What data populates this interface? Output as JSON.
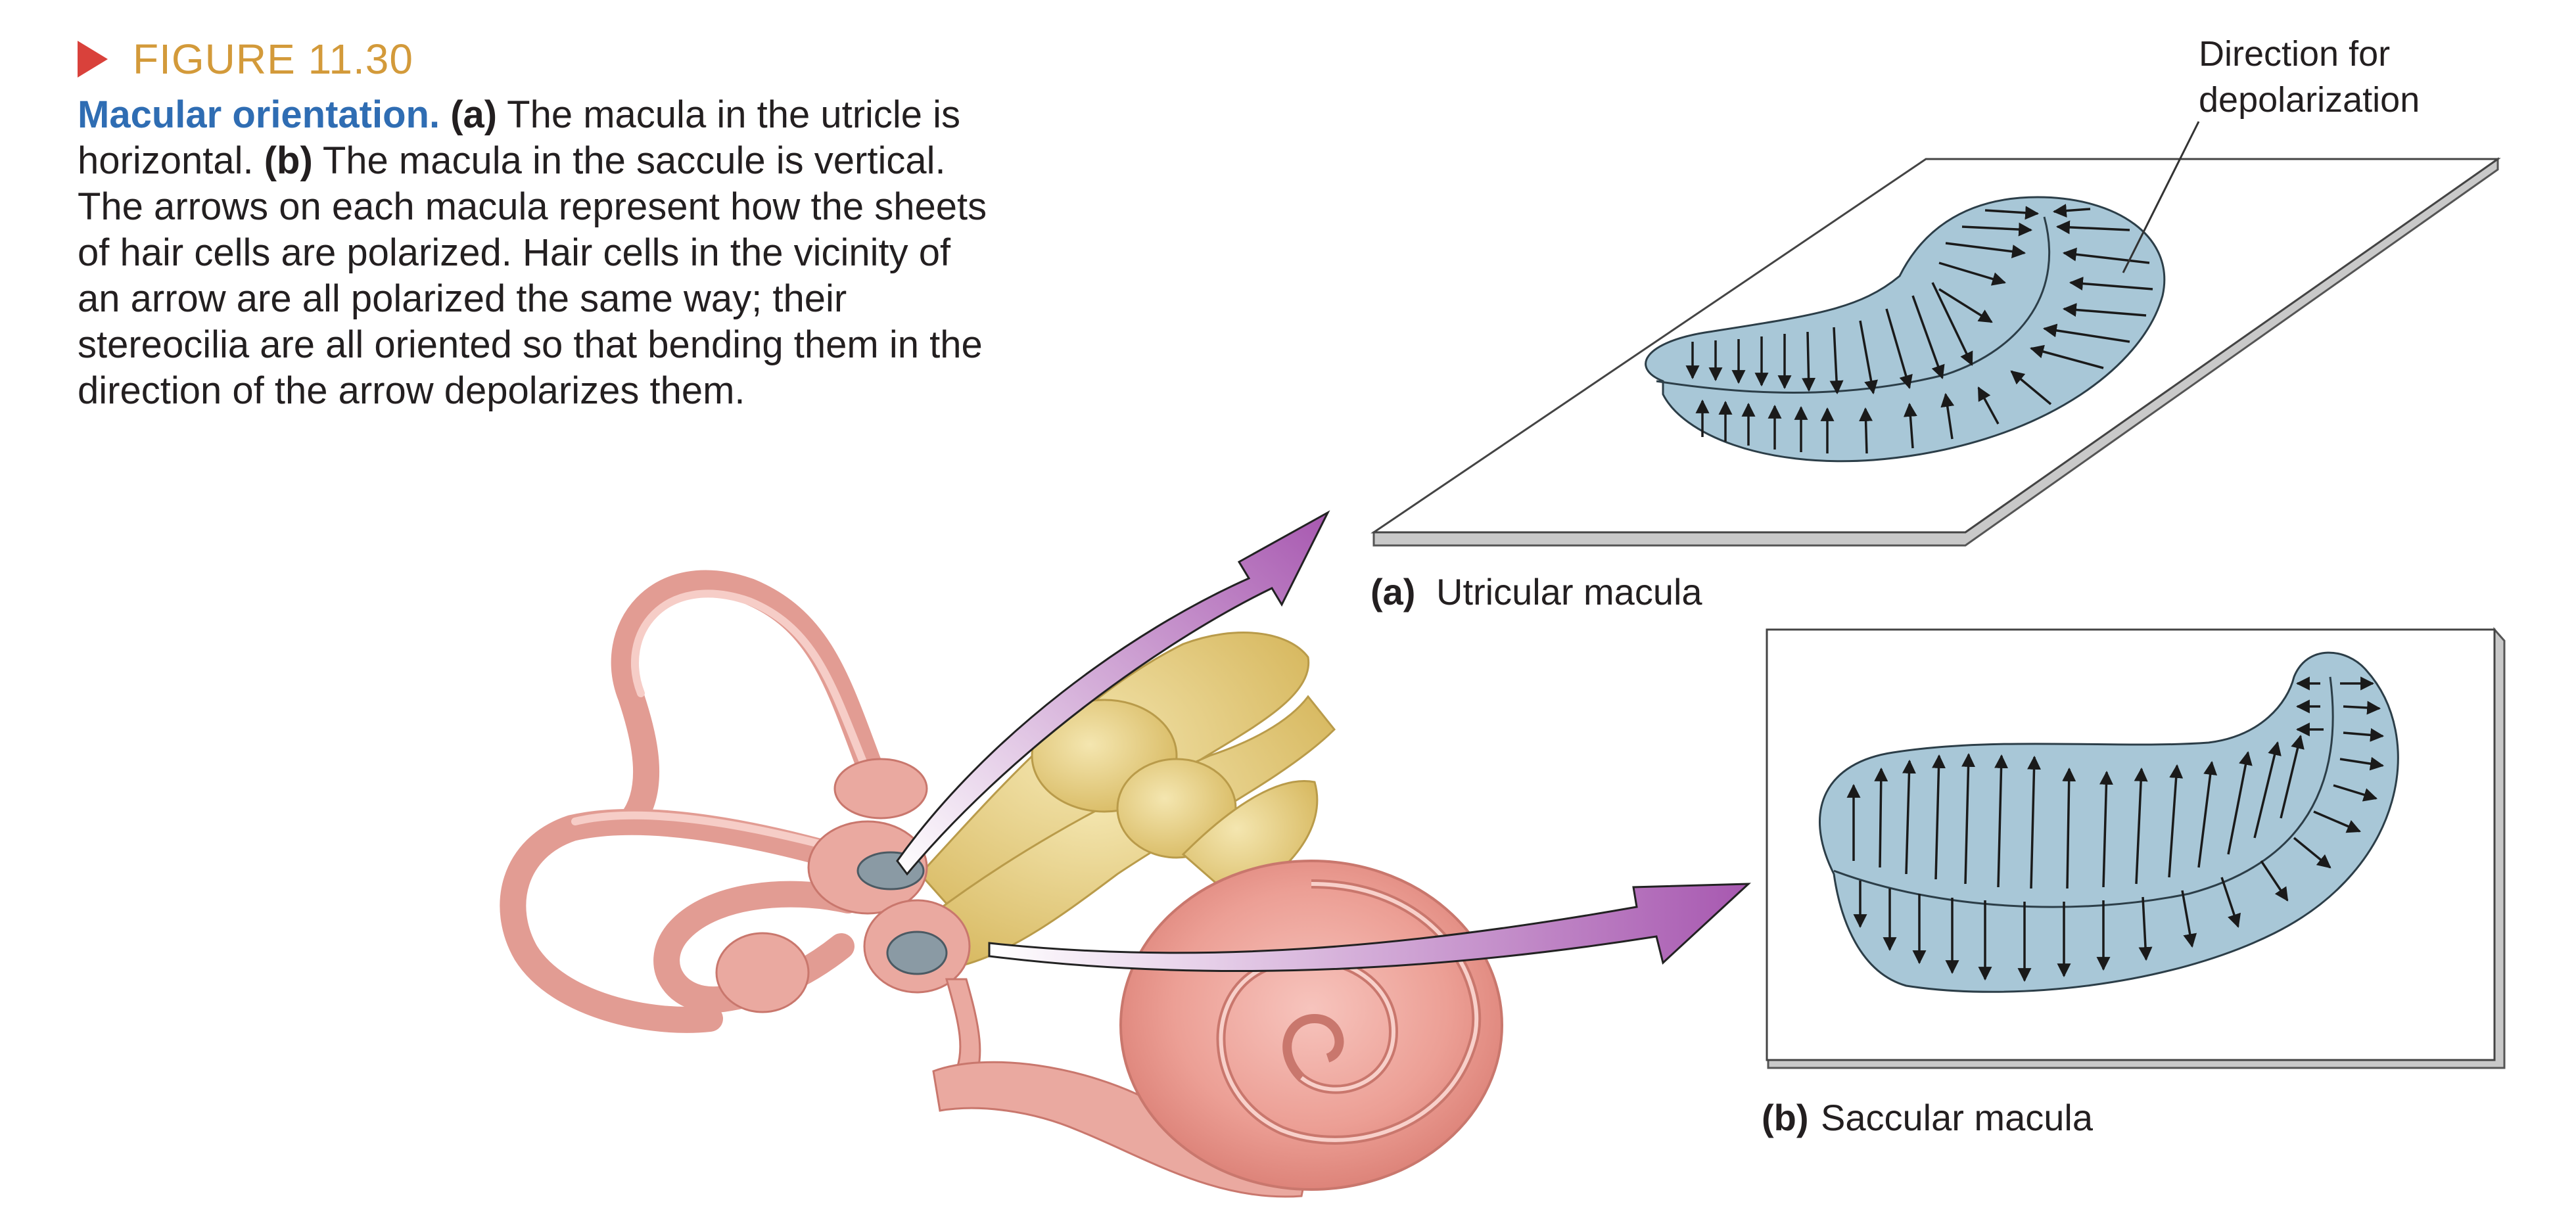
{
  "figure": {
    "number": "FIGURE 11.30",
    "title": "Macular orientation.",
    "caption_parts": [
      {
        "bold": true,
        "text": "(a)"
      },
      {
        "bold": false,
        "text": " The macula in the utricle is horizontal. "
      },
      {
        "bold": true,
        "text": "(b)"
      },
      {
        "bold": false,
        "text": " The macula in the saccule is vertical. The arrows on each macula represent how the sheets of hair cells are polarized. Hair cells in the vicinity of an arrow are all polarized the same way; their stereocilia are all oriented so that bending them in the direction of the arrow depolarizes them."
      }
    ]
  },
  "labels": {
    "callout_line1": "Direction for",
    "callout_line2": "depolarization",
    "panel_a_letter": "(a)",
    "panel_a_name": "Utricular macula",
    "panel_b_letter": "(b)",
    "panel_b_name": "Saccular macula"
  },
  "colors": {
    "macula_fill": "#a8c7d7",
    "macula_stroke": "#2c3e48",
    "ear_fill": "#eaa9a0",
    "nerve_fill": "#e6d18a",
    "pointer_arrow": "#b06ab8",
    "figure_number": "#d39a3a",
    "figure_title": "#2f6db3",
    "marker": "#d9413b"
  }
}
